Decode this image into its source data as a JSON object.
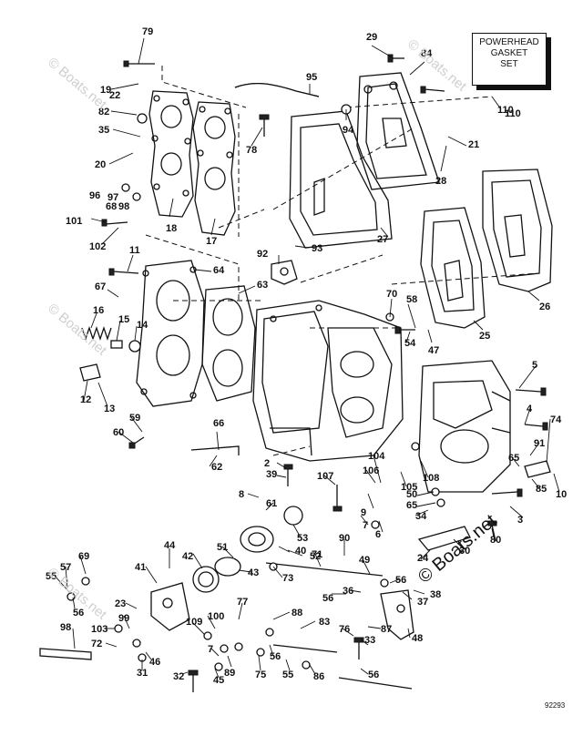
{
  "box": {
    "line1": "POWERHEAD",
    "line2": "GASKET",
    "line3": "SET",
    "ref": "110"
  },
  "watermarks": {
    "main": "© Boats.net",
    "faded": "© Boats.net"
  },
  "figure_number": "92293",
  "callouts": [
    "79",
    "19",
    "22",
    "82",
    "35",
    "20",
    "96",
    "97",
    "68",
    "98",
    "101",
    "102",
    "18",
    "17",
    "78",
    "95",
    "29",
    "84",
    "94",
    "21",
    "28",
    "27",
    "110",
    "92",
    "93",
    "11",
    "64",
    "63",
    "26",
    "67",
    "16",
    "15",
    "14",
    "12",
    "13",
    "70",
    "58",
    "54",
    "47",
    "25",
    "59",
    "60",
    "66",
    "62",
    "2",
    "39",
    "5",
    "4",
    "74",
    "91",
    "65",
    "85",
    "10",
    "3",
    "80",
    "30",
    "24",
    "34",
    "65",
    "50",
    "105",
    "108",
    "106",
    "104",
    "9",
    "7",
    "6",
    "107",
    "8",
    "61",
    "53",
    "40",
    "52",
    "51",
    "42",
    "43",
    "41",
    "44",
    "69",
    "57",
    "55",
    "56",
    "90",
    "49",
    "71",
    "73",
    "56",
    "36",
    "37",
    "38",
    "56",
    "23",
    "99",
    "98",
    "103",
    "72",
    "109",
    "100",
    "7",
    "89",
    "77",
    "88",
    "83",
    "76",
    "87",
    "33",
    "48",
    "32",
    "31",
    "46",
    "45",
    "75",
    "56",
    "55",
    "86",
    "56",
    "81"
  ]
}
